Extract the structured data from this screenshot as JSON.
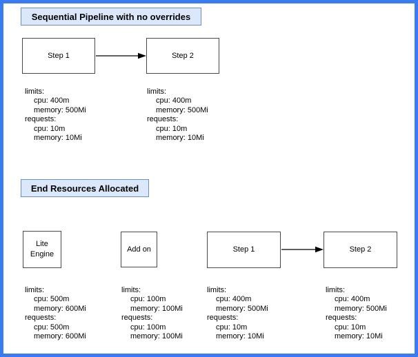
{
  "labels": {
    "limits": "limits:",
    "requests": "requests:",
    "cpu": "cpu:",
    "memory": "memory:"
  },
  "colors": {
    "frame_border": "#3a7bf2",
    "title_fill": "#dbe8fc",
    "title_border": "#6c8ebf",
    "node_border": "#474747",
    "text": "#000000"
  },
  "sections": [
    {
      "title": "Sequential Pipeline with no overrides",
      "nodes": [
        {
          "label": "Step 1",
          "resources": {
            "limits": {
              "cpu": "400m",
              "memory": "500Mi"
            },
            "requests": {
              "cpu": "10m",
              "memory": "10Mi"
            }
          }
        },
        {
          "label": "Step 2",
          "resources": {
            "limits": {
              "cpu": "400m",
              "memory": "500Mi"
            },
            "requests": {
              "cpu": "10m",
              "memory": "10Mi"
            }
          }
        }
      ]
    },
    {
      "title": "End Resources Allocated",
      "nodes": [
        {
          "label": "Lite Engine",
          "resources": {
            "limits": {
              "cpu": "500m",
              "memory": "600Mi"
            },
            "requests": {
              "cpu": "500m",
              "memory": "600Mi"
            }
          }
        },
        {
          "label": "Add on",
          "resources": {
            "limits": {
              "cpu": "100m",
              "memory": "100Mi"
            },
            "requests": {
              "cpu": "100m",
              "memory": "100Mi"
            }
          }
        },
        {
          "label": "Step 1",
          "resources": {
            "limits": {
              "cpu": "400m",
              "memory": "500Mi"
            },
            "requests": {
              "cpu": "10m",
              "memory": "10Mi"
            }
          }
        },
        {
          "label": "Step 2",
          "resources": {
            "limits": {
              "cpu": "400m",
              "memory": "500Mi"
            },
            "requests": {
              "cpu": "10m",
              "memory": "10Mi"
            }
          }
        }
      ]
    }
  ]
}
